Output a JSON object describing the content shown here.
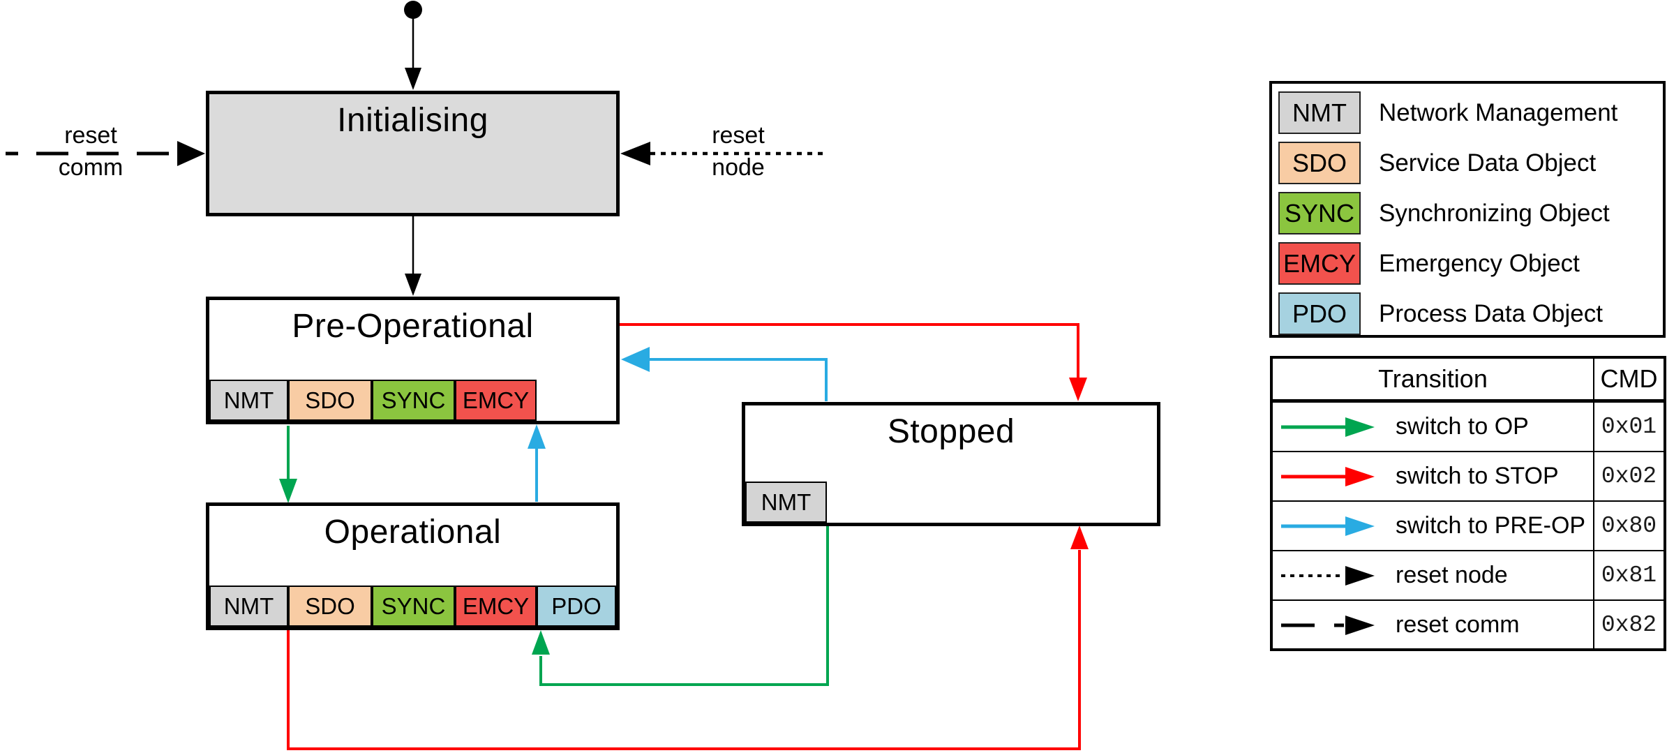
{
  "diagram": {
    "states": {
      "initialising": {
        "label": "Initialising",
        "tabs": []
      },
      "pre_operational": {
        "label": "Pre-Operational",
        "tabs": [
          "NMT",
          "SDO",
          "SYNC",
          "EMCY"
        ]
      },
      "operational": {
        "label": "Operational",
        "tabs": [
          "NMT",
          "SDO",
          "SYNC",
          "EMCY",
          "PDO"
        ]
      },
      "stopped": {
        "label": "Stopped",
        "tabs": [
          "NMT"
        ]
      }
    },
    "labels": {
      "reset_comm": {
        "line1": "reset",
        "line2": "comm"
      },
      "reset_node": {
        "line1": "reset",
        "line2": "node"
      }
    },
    "edges": [
      {
        "from": "start",
        "to": "initialising",
        "style": "solid",
        "color": "#000000"
      },
      {
        "from": "initialising",
        "to": "pre_operational",
        "style": "solid",
        "color": "#000000"
      },
      {
        "from": "external",
        "to": "initialising",
        "label": "reset comm",
        "style": "long-dash",
        "color": "#000000"
      },
      {
        "from": "external",
        "to": "initialising",
        "label": "reset node",
        "style": "dotted",
        "color": "#000000"
      },
      {
        "from": "pre_operational",
        "to": "operational",
        "style": "solid",
        "color": "#00A550"
      },
      {
        "from": "operational",
        "to": "pre_operational",
        "style": "solid",
        "color": "#29ABE2"
      },
      {
        "from": "pre_operational",
        "to": "stopped",
        "style": "solid",
        "color": "#FF0000"
      },
      {
        "from": "stopped",
        "to": "pre_operational",
        "style": "solid",
        "color": "#29ABE2"
      },
      {
        "from": "stopped",
        "to": "operational",
        "style": "solid",
        "color": "#00A550"
      },
      {
        "from": "operational",
        "to": "stopped",
        "style": "solid",
        "color": "#FF0000"
      }
    ]
  },
  "legend": {
    "items": [
      {
        "abbr": "NMT",
        "label": "Network Management",
        "color": "#D4D4D4"
      },
      {
        "abbr": "SDO",
        "label": "Service Data Object",
        "color": "#F8CCA4"
      },
      {
        "abbr": "SYNC",
        "label": "Synchronizing Object",
        "color": "#8BC53F"
      },
      {
        "abbr": "EMCY",
        "label": "Emergency Object",
        "color": "#F2524D"
      },
      {
        "abbr": "PDO",
        "label": "Process Data Object",
        "color": "#A6D2E0"
      }
    ]
  },
  "transition_table": {
    "header": {
      "transition": "Transition",
      "cmd": "CMD"
    },
    "rows": [
      {
        "label": "switch to OP",
        "cmd": "0x01",
        "style": "solid",
        "color": "#00A550"
      },
      {
        "label": "switch to STOP",
        "cmd": "0x02",
        "style": "solid",
        "color": "#FF0000"
      },
      {
        "label": "switch to PRE-OP",
        "cmd": "0x80",
        "style": "solid",
        "color": "#29ABE2"
      },
      {
        "label": "reset node",
        "cmd": "0x81",
        "style": "dotted",
        "color": "#000000"
      },
      {
        "label": "reset comm",
        "cmd": "0x82",
        "style": "long-dash",
        "color": "#000000"
      }
    ]
  },
  "colors": {
    "state_fill_initialising": "#DBDBDB",
    "nmt": "#D4D4D4",
    "sdo": "#F8CCA4",
    "sync": "#8BC53F",
    "emcy": "#F2524D",
    "pdo": "#A6D2E0",
    "arrow_green": "#00A550",
    "arrow_red": "#FF0000",
    "arrow_blue": "#29ABE2",
    "arrow_black": "#000000"
  }
}
